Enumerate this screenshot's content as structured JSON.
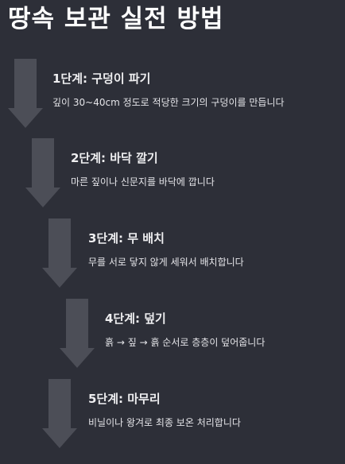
{
  "title": "땅속 보관 실전 방법",
  "arrow_color": "#4c4e57",
  "background_color": "#2d2f38",
  "steps": [
    {
      "title": "1단계: 구덩이 파기",
      "description": "깊이 30~40cm 정도로 적당한 크기의 구덩이를 만듭니다"
    },
    {
      "title": "2단계: 바닥 깔기",
      "description": "마른 짚이나 신문지를 바닥에 깝니다"
    },
    {
      "title": "3단계: 무 배치",
      "description": "무를 서로 닿지 않게 세워서 배치합니다"
    },
    {
      "title": "4단계: 덮기",
      "description": "흙 → 짚 → 흙 순서로 층층이 덮어줍니다"
    },
    {
      "title": "5단계: 마무리",
      "description": "비닐이나 왕겨로 최종 보온 처리합니다"
    }
  ]
}
